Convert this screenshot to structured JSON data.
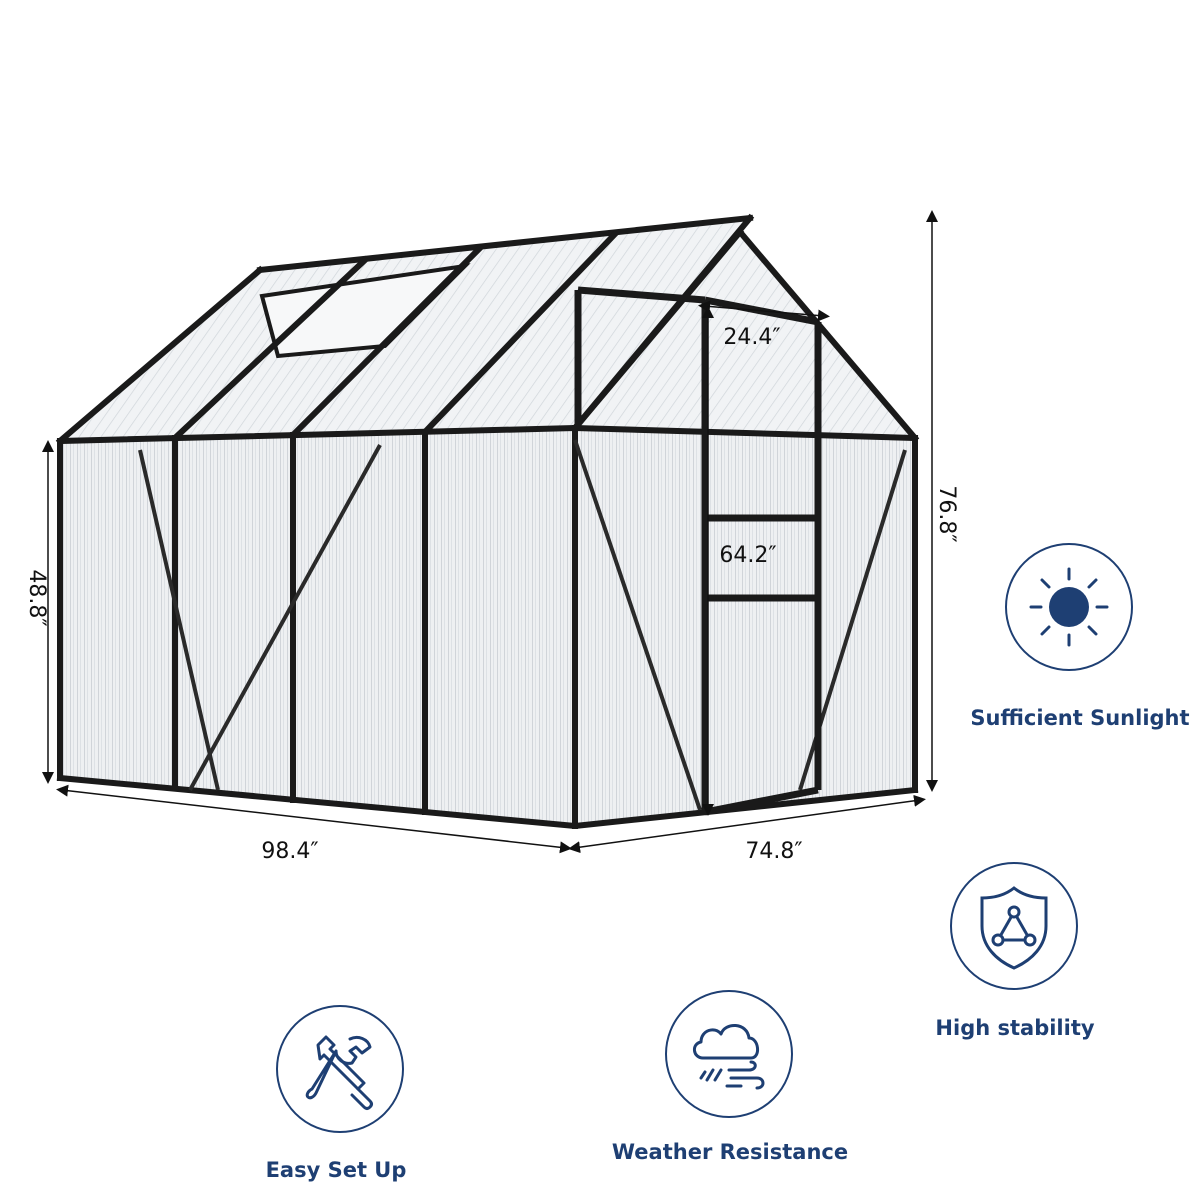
{
  "dimensions": {
    "front_width": "98.4″",
    "side_depth": "74.8″",
    "wall_height": "48.8″",
    "peak_height": "76.8″",
    "door_width": "24.4″",
    "door_height": "64.2″"
  },
  "features": [
    {
      "icon": "sun-icon",
      "label": "Sufficient Sunlight"
    },
    {
      "icon": "shield-stability-icon",
      "label": "High stability"
    },
    {
      "icon": "tools-icon",
      "label": "Easy Set Up"
    },
    {
      "icon": "weather-cloud-icon",
      "label": "Weather Resistance"
    }
  ],
  "colors": {
    "accent": "#1e3f73",
    "frame": "#1a1a1a",
    "panel": "#e9ecef"
  }
}
